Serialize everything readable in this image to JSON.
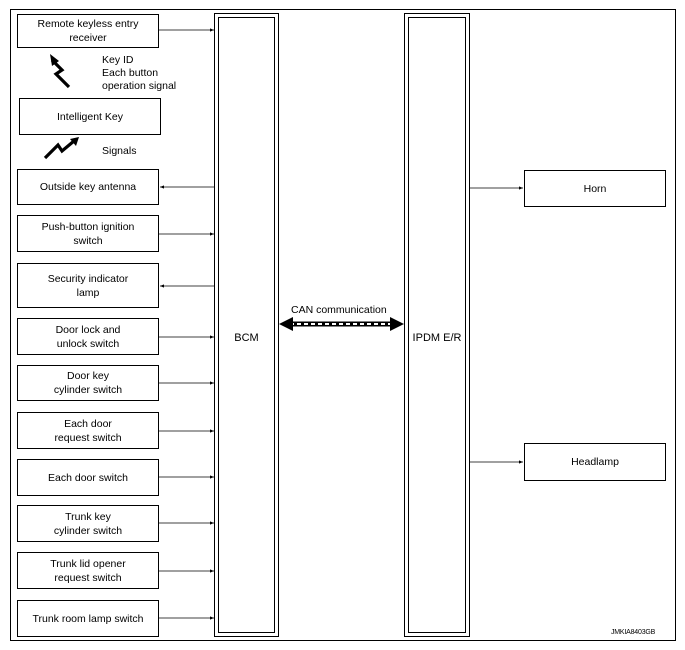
{
  "components": {
    "remote_keyless": "Remote keyless entry\nreceiver",
    "intelligent_key": "Intelligent Key",
    "outside_antenna": "Outside key antenna",
    "push_button": "Push-button ignition\nswitch",
    "security_lamp": "Security indicator\nlamp",
    "door_lock_switch": "Door lock and\nunlock switch",
    "door_key_cylinder": "Door key\ncylinder switch",
    "door_request": "Each door\nrequest switch",
    "door_switch": "Each door switch",
    "trunk_key_cylinder": "Trunk key\ncylinder switch",
    "trunk_opener": "Trunk lid opener\nrequest switch",
    "trunk_lamp_switch": "Trunk room lamp switch",
    "horn": "Horn",
    "headlamp": "Headlamp",
    "bcm": "BCM",
    "ipdm": "IPDM E/R"
  },
  "signals": {
    "key_id": "Key ID\nEach button\noperation signal",
    "signals": "Signals",
    "can": "CAN communication"
  },
  "caption": "JMKIA8403GB"
}
